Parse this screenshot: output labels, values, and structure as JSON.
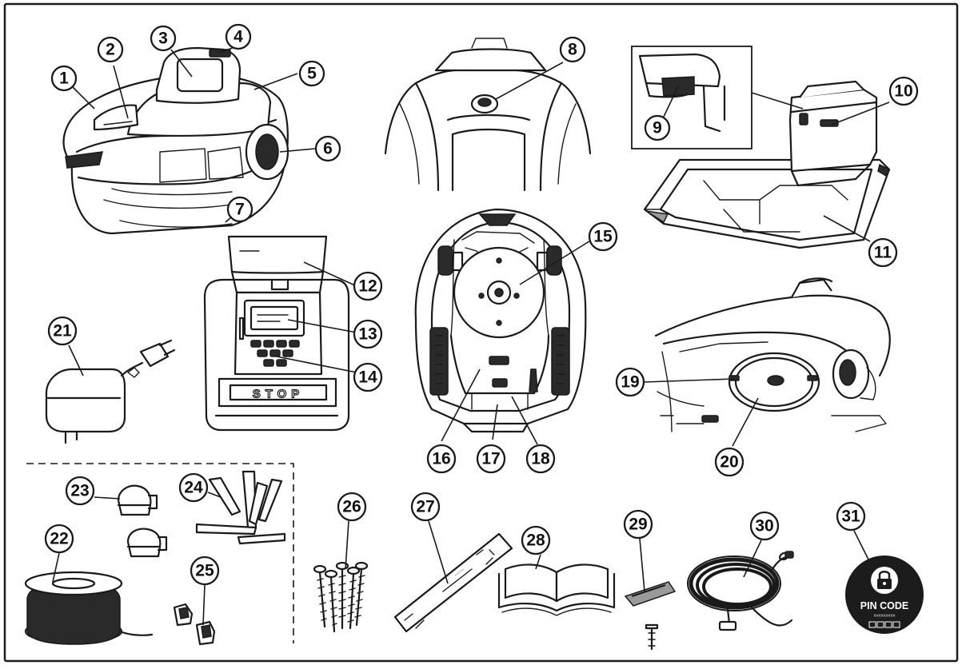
{
  "callouts": [
    {
      "n": "1"
    },
    {
      "n": "2"
    },
    {
      "n": "3"
    },
    {
      "n": "4"
    },
    {
      "n": "5"
    },
    {
      "n": "6"
    },
    {
      "n": "7"
    },
    {
      "n": "8"
    },
    {
      "n": "9"
    },
    {
      "n": "10"
    },
    {
      "n": "11"
    },
    {
      "n": "12"
    },
    {
      "n": "13"
    },
    {
      "n": "14"
    },
    {
      "n": "15"
    },
    {
      "n": "16"
    },
    {
      "n": "17"
    },
    {
      "n": "18"
    },
    {
      "n": "19"
    },
    {
      "n": "20"
    },
    {
      "n": "21"
    },
    {
      "n": "22"
    },
    {
      "n": "23"
    },
    {
      "n": "24"
    },
    {
      "n": "25"
    },
    {
      "n": "26"
    },
    {
      "n": "27"
    },
    {
      "n": "28"
    },
    {
      "n": "29"
    },
    {
      "n": "30"
    },
    {
      "n": "31"
    }
  ],
  "keypad_stop_label": "STOP",
  "pin_badge": {
    "title": "PIN CODE",
    "small_text": "XXXXXXXXX"
  },
  "colors": {
    "line": "#1a1a1a",
    "badge": "#1c1c1c",
    "background": "#ffffff"
  }
}
